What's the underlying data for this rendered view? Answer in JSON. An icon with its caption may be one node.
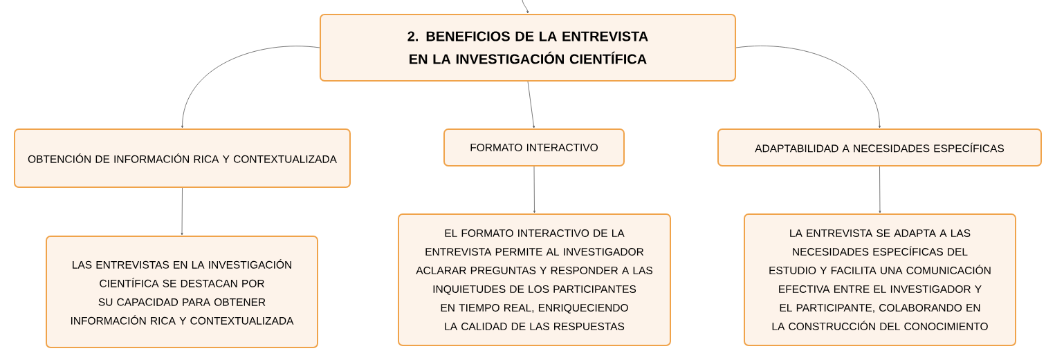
{
  "diagram": {
    "nodes": [
      {
        "text": [
          "2. BENEFICIOS DE LA ENTREVISTA EN LA INVESTIGACIÓN CIENTÍFICA"
        ]
      },
      {
        "text": [
          "OBTENCIÓN DE INFORMACIÓN RICA Y CONTEXTUALIZADA"
        ]
      },
      {
        "text": [
          "FORMATO INTERACTIVO"
        ]
      },
      {
        "text": [
          "ADAPTABILIDAD A NECESIDADES ESPECÍFICAS"
        ]
      },
      {
        "text": [
          "LAS ENTREVISTAS EN LA INVESTIGACIÓN CIENTÍFICA SE DESTACAN POR SU CAPACIDAD PARA OBTENER INFORMACIÓN RICA Y CONTEXTUALIZADA"
        ]
      },
      {
        "text": [
          "EL FORMATO INTERACTIVO DE LA ENTREVISTA PERMITE AL INVESTIGADOR ACLARAR PREGUNTAS Y RESPONDER A LAS INQUIETUDES DE LOS PARTICIPANTES EN TIEMPO REAL, ENRIQUECIENDO LA CALIDAD DE LAS RESPUESTAS"
        ]
      },
      {
        "text": [
          "LA ENTREVISTA SE ADAPTA A LAS NECESIDADES ESPECÍFICAS DEL ESTUDIO Y FACILITA UNA COMUNICACIÓN EFECTIVA ENTRE EL INVESTIGADOR Y EL PARTICIPANTE, COLABORANDO EN LA CONSTRUCCIÓN DEL CONOCIMIENTO"
        ]
      }
    ],
    "edges": [
      {
        "from": null,
        "to": 0,
        "arrow": "to"
      },
      {
        "from": 0,
        "to": 1,
        "arrow": "to"
      },
      {
        "from": 0,
        "to": 2,
        "arrow": "to"
      },
      {
        "from": 0,
        "to": 3,
        "arrow": "to"
      },
      {
        "from": 1,
        "to": 4,
        "arrow": "to"
      },
      {
        "from": 2,
        "to": 5,
        "arrow": "to"
      },
      {
        "from": 3,
        "to": 6,
        "arrow": "to"
      }
    ]
  }
}
